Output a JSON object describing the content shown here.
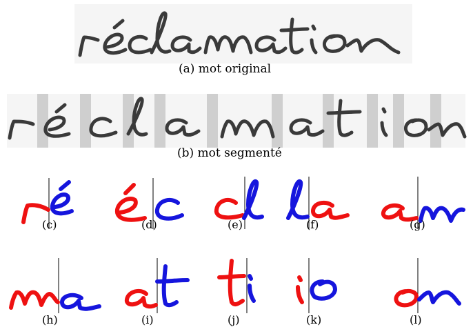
{
  "figure": {
    "original_word_image": {
      "handwritten_word": "réclamation"
    },
    "caption_a": "(a) mot original",
    "caption_b": "(b) mot segmenté",
    "panels": [
      {
        "label": "(c)",
        "left_letters": "r",
        "right_letters": "é"
      },
      {
        "label": "(d)",
        "left_letters": "é",
        "right_letters": "c"
      },
      {
        "label": "(e)",
        "left_letters": "c",
        "right_letters": "l"
      },
      {
        "label": "(f)",
        "left_letters": "l",
        "right_letters": "a"
      },
      {
        "label": "(g)",
        "left_letters": "a",
        "right_letters": "m"
      },
      {
        "label": "(h)",
        "left_letters": "m",
        "right_letters": "a"
      },
      {
        "label": "(i)",
        "left_letters": "a",
        "right_letters": "t"
      },
      {
        "label": "(j)",
        "left_letters": "t",
        "right_letters": "i"
      },
      {
        "label": "(k)",
        "left_letters": "i",
        "right_letters": "o"
      },
      {
        "label": "(l)",
        "left_letters": "o",
        "right_letters": "n"
      }
    ],
    "colors": {
      "left_part": "#ee1111",
      "right_part": "#1515dd",
      "ink": "#3a3a3a",
      "segment_band": "#cfcfcf"
    }
  }
}
